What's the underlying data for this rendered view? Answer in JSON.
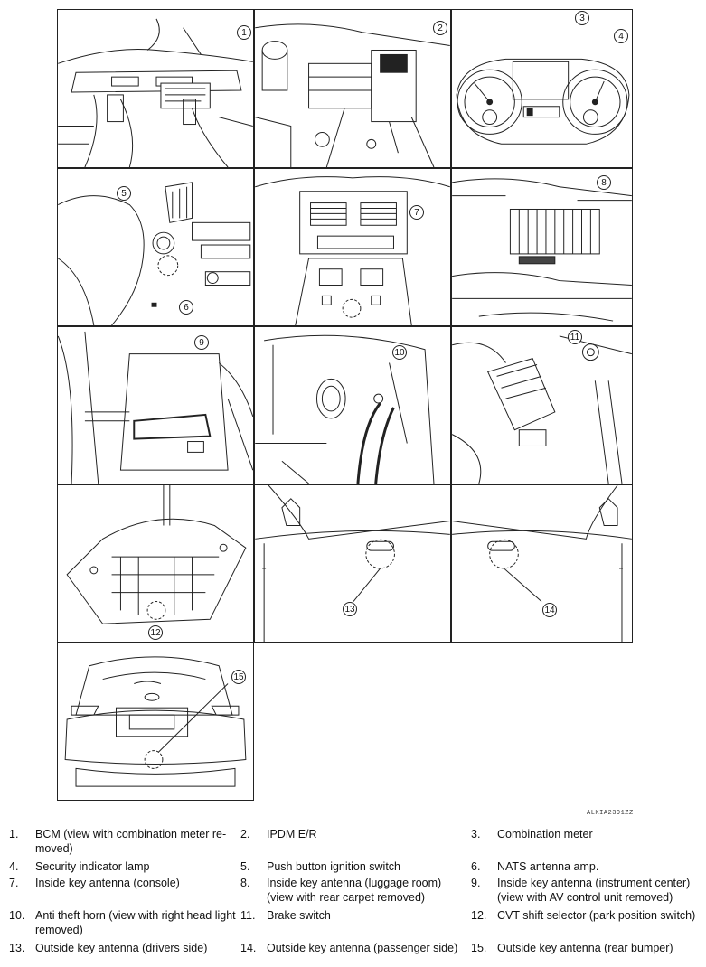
{
  "diagram": {
    "figure_code": "ALKIA2391ZZ",
    "callouts": [
      "1",
      "2",
      "3",
      "4",
      "5",
      "6",
      "7",
      "8",
      "9",
      "10",
      "11",
      "12",
      "13",
      "14",
      "15"
    ]
  },
  "legend": [
    {
      "num": "1.",
      "text": "BCM (view with combination meter re-moved)"
    },
    {
      "num": "2.",
      "text": "IPDM E/R"
    },
    {
      "num": "3.",
      "text": "Combination meter"
    },
    {
      "num": "4.",
      "text": "Security indicator lamp"
    },
    {
      "num": "5.",
      "text": "Push button ignition switch"
    },
    {
      "num": "6.",
      "text": "NATS antenna amp."
    },
    {
      "num": "7.",
      "text": "Inside key antenna (console)"
    },
    {
      "num": "8.",
      "text": "Inside key antenna (luggage room) (view with rear carpet removed)"
    },
    {
      "num": "9.",
      "text": "Inside key antenna (instrument center) (view with AV control unit removed)"
    },
    {
      "num": "10.",
      "text": "Anti theft horn (view with right head light removed)"
    },
    {
      "num": "11.",
      "text": "Brake switch"
    },
    {
      "num": "12.",
      "text": "CVT shift selector (park position switch)"
    },
    {
      "num": "13.",
      "text": "Outside key antenna (drivers side)"
    },
    {
      "num": "14.",
      "text": "Outside key antenna (passenger side)"
    },
    {
      "num": "15.",
      "text": "Outside key antenna (rear bumper)"
    }
  ]
}
